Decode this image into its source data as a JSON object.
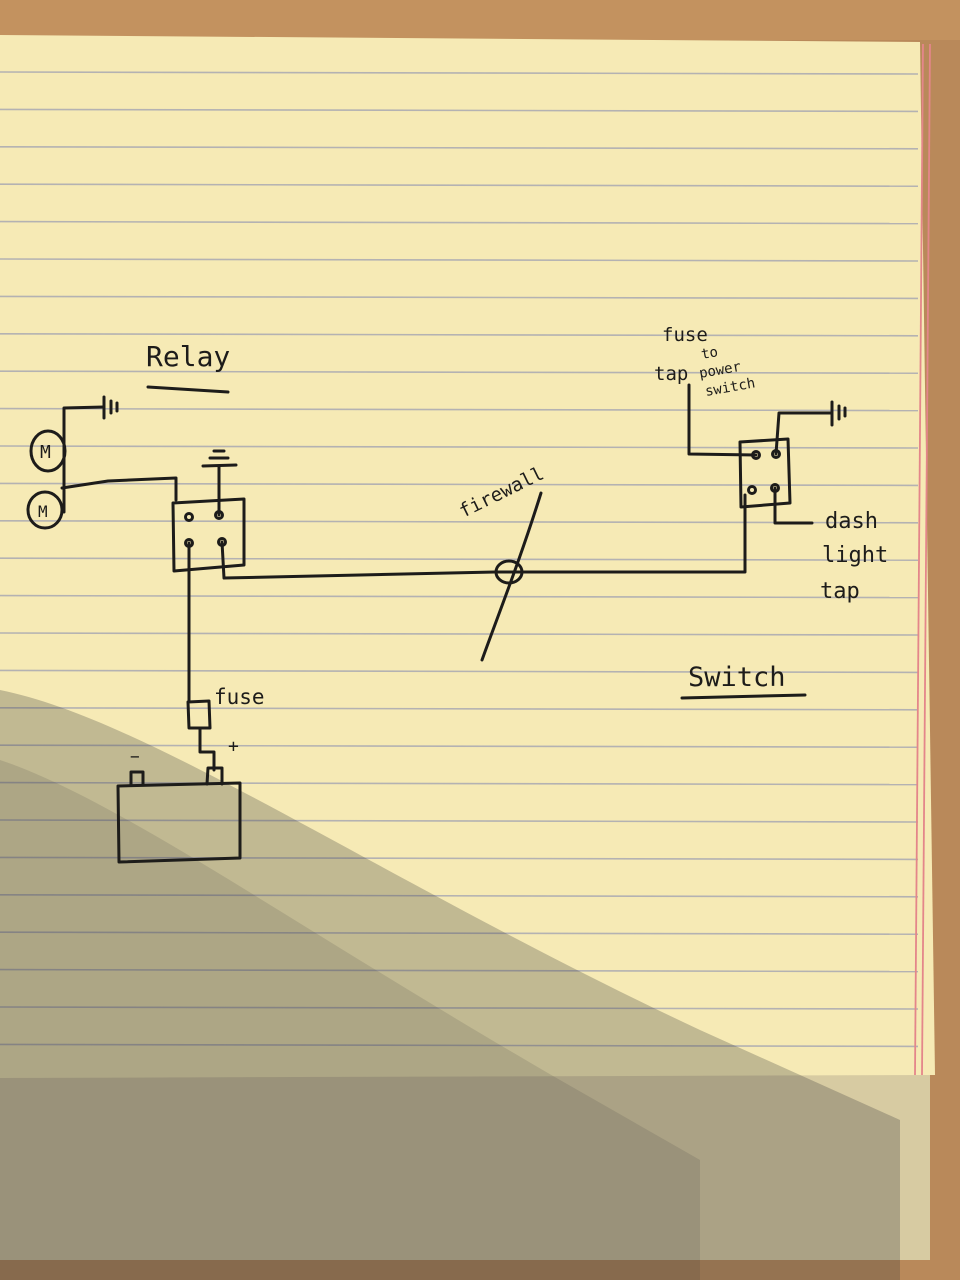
{
  "colors": {
    "table": "#b9895a",
    "paper": "#f6eab5",
    "paper_stack": "#efe2b2",
    "rule_line": "#a9a9b2",
    "margin_line": "#e4868a",
    "ink": "#1d1c1a",
    "shadow": "#3a3a3a"
  },
  "labels": {
    "relay_title": "Relay",
    "switch_title": "Switch",
    "firewall": "firewall",
    "fuse": "fuse",
    "fuse_tap_line1": "fuse",
    "fuse_tap_line2": "tap",
    "to_power_switch_line1": "to",
    "to_power_switch_line2": "power",
    "to_power_switch_line3": "switch",
    "dash_light_tap_line1": "dash",
    "dash_light_tap_line2": "light",
    "dash_light_tap_line3": "tap",
    "battery_neg": "−",
    "battery_pos": "+",
    "motor_1": "M",
    "motor_2": "M"
  }
}
